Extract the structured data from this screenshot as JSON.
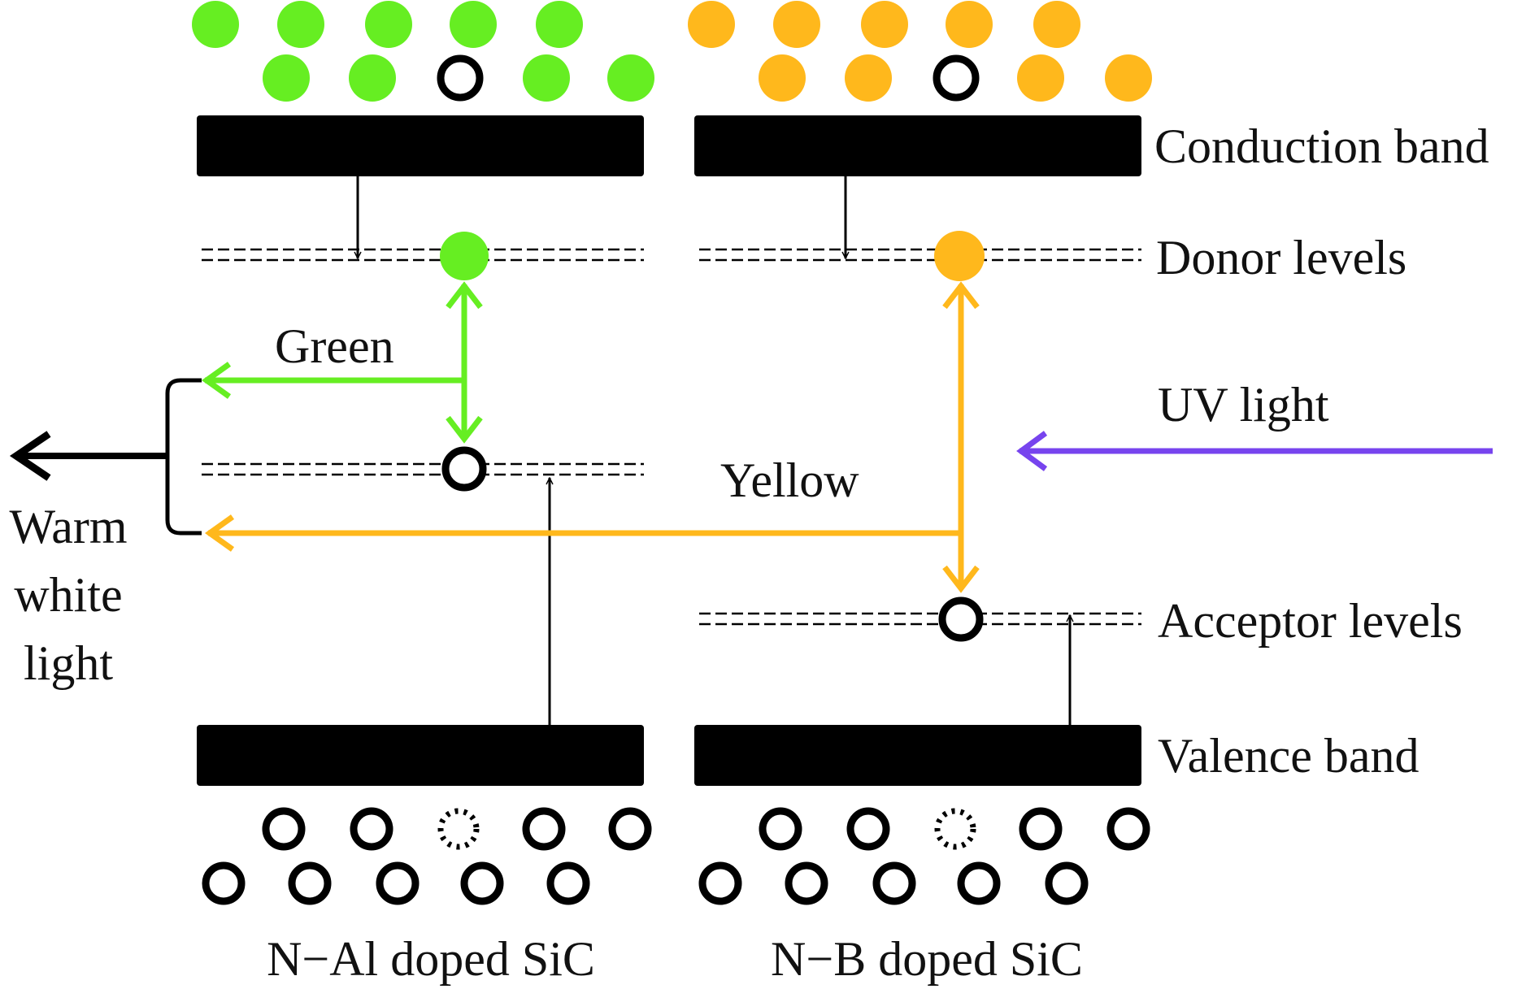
{
  "labels": {
    "conduction_band": "Conduction band",
    "donor_levels": "Donor levels",
    "uv_light": "UV light",
    "acceptor_levels": "Acceptor levels",
    "valence_band": "Valence band",
    "green": "Green",
    "yellow": "Yellow",
    "warm": "Warm",
    "white": "white",
    "light": "light",
    "panel_left": "N−Al doped SiC",
    "panel_right": "N−B doped SiC"
  },
  "colors": {
    "green": "#66ee22",
    "yellow": "#ffb81c",
    "uv": "#7744ee",
    "black": "#000000"
  }
}
